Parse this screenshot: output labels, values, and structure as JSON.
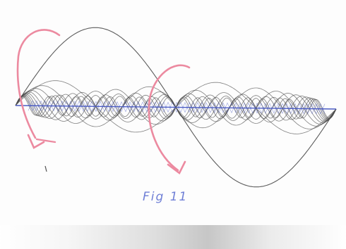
{
  "figure": {
    "caption": "Fig 11",
    "harmonic_count": 12,
    "colors": {
      "paper": "#fdfdfd",
      "pencil": "#4a4a4a",
      "axis_ink": "#4a5bc4",
      "caption_ink": "#6f7fd6",
      "arrow_ink": "#ec8aa0",
      "scan_shadow": "#bdbdbd"
    },
    "annotations": [
      "curved-arrow-left",
      "curved-arrow-center"
    ]
  }
}
